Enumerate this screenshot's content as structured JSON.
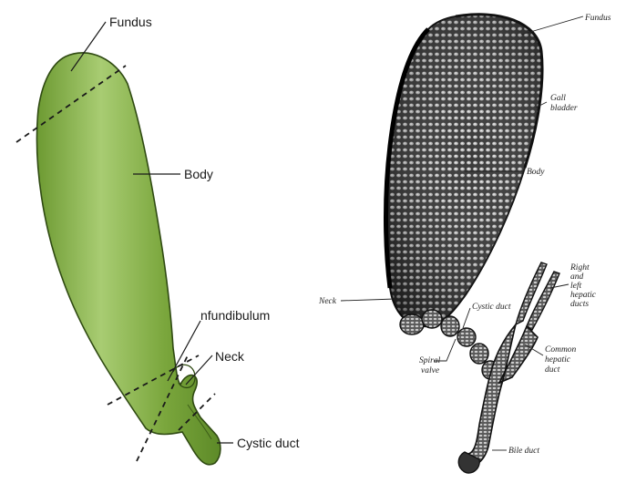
{
  "left_panel": {
    "labels": {
      "fundus": "Fundus",
      "body": "Body",
      "infundibulum": "nfundibulum",
      "neck": "Neck",
      "cystic_duct": "Cystic duct"
    },
    "colors": {
      "gallbladder_fill": "#78a43a",
      "gallbladder_highlight": "#a8cc72",
      "outline": "#2f4a12"
    }
  },
  "right_panel": {
    "labels": {
      "fundus": "Fundus",
      "gall_bladder_1": "Gall",
      "gall_bladder_2": "bladder",
      "body": "Body",
      "neck": "Neck",
      "cystic_duct": "Cystic duct",
      "spiral_valve_1": "Spiral",
      "spiral_valve_2": "valve",
      "hepatic_ducts_1": "Right",
      "hepatic_ducts_2": "and",
      "hepatic_ducts_3": "left",
      "hepatic_ducts_4": "hepatic",
      "hepatic_ducts_5": "ducts",
      "common_hepatic_1": "Common",
      "common_hepatic_2": "hepatic",
      "common_hepatic_3": "duct",
      "bile_duct": "Bile duct"
    },
    "colors": {
      "texture_dark": "#222222",
      "texture_light": "#9a9a9a"
    }
  }
}
